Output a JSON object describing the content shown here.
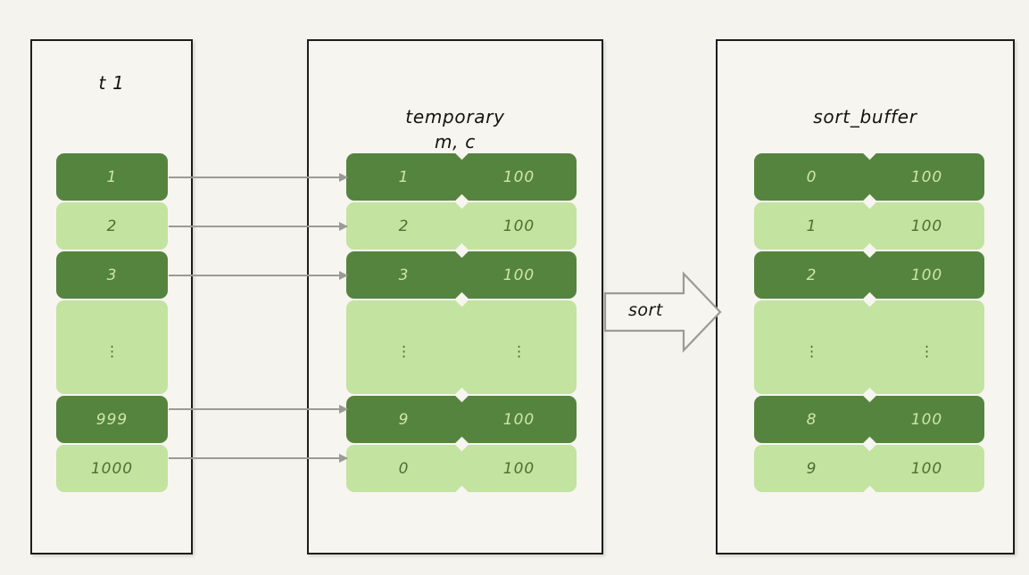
{
  "diagram": {
    "background_color": "#f4f3ed",
    "accent_dark": "#55843f",
    "accent_light": "#c3e3a0",
    "connector_color": "#9b9b96",
    "border_color": "#1d1d1b",
    "ellipsis": "⋮"
  },
  "panels": {
    "source": {
      "title": "t 1",
      "rows": [
        {
          "shade": "dark",
          "key": "1",
          "value": null
        },
        {
          "shade": "light",
          "key": "2",
          "value": null
        },
        {
          "shade": "dark",
          "key": "3",
          "value": null
        },
        {
          "shade": "light",
          "key": "...",
          "value": null
        },
        {
          "shade": "dark",
          "key": "999",
          "value": null
        },
        {
          "shade": "light",
          "key": "1000",
          "value": null
        }
      ]
    },
    "temporary": {
      "title": "temporary\nm, c",
      "title_line1": "temporary",
      "title_line2": "m, c",
      "rows": [
        {
          "shade": "dark",
          "key": "1",
          "value": "100"
        },
        {
          "shade": "light",
          "key": "2",
          "value": "100"
        },
        {
          "shade": "dark",
          "key": "3",
          "value": "100"
        },
        {
          "shade": "light",
          "key": "...",
          "value": "..."
        },
        {
          "shade": "dark",
          "key": "9",
          "value": "100"
        },
        {
          "shade": "light",
          "key": "0",
          "value": "100"
        }
      ]
    },
    "sort_buffer": {
      "title": "sort_buffer",
      "rows": [
        {
          "shade": "dark",
          "key": "0",
          "value": "100"
        },
        {
          "shade": "light",
          "key": "1",
          "value": "100"
        },
        {
          "shade": "dark",
          "key": "2",
          "value": "100"
        },
        {
          "shade": "light",
          "key": "...",
          "value": "..."
        },
        {
          "shade": "dark",
          "key": "8",
          "value": "100"
        },
        {
          "shade": "light",
          "key": "9",
          "value": "100"
        }
      ]
    }
  },
  "sort_arrow": {
    "label": "sort"
  }
}
